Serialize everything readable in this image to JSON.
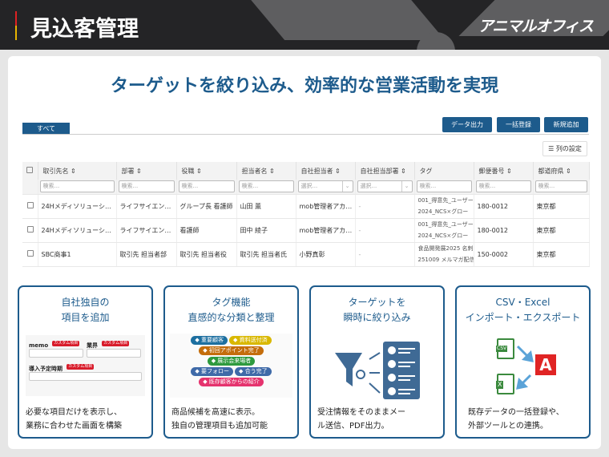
{
  "header": {
    "title": "見込客管理",
    "logo": "アニマルオフィス"
  },
  "main_title": "ターゲットを絞り込み、効率的な営業活動を実現",
  "tabs": [
    {
      "label": "すべて"
    }
  ],
  "toolbar": {
    "export": "データ出力",
    "bulk": "一括登録",
    "add": "新規追加",
    "columns": "列の設定"
  },
  "table": {
    "columns": [
      "取引先名 ⇕",
      "部署 ⇕",
      "役職 ⇕",
      "担当者名 ⇕",
      "自社担当者 ⇕",
      "自社担当部署 ⇕",
      "タグ",
      "郵便番号 ⇕",
      "都道府県 ⇕"
    ],
    "filters": [
      "検索...",
      "検索...",
      "検索...",
      "検索...",
      "選択...",
      "選択...",
      "検索...",
      "検索...",
      "検索..."
    ],
    "rows": [
      [
        "24Hメディソリューシ…",
        "ライフサイエン…",
        "グループ長 看護師",
        "山田 薫",
        "mob管理者アカ…",
        "-",
        "001_得意先_ユーザー",
        "2024_NCS×グロー",
        "180-0012",
        "東京都"
      ],
      [
        "24Hメディソリューシ…",
        "ライフサイエン…",
        "看護師",
        "田中 綾子",
        "mob管理者アカ…",
        "-",
        "001_得意先_ユーザー",
        "2024_NCS×グロー",
        "180-0012",
        "東京都"
      ],
      [
        "SBC商事1",
        "取引先 担当者部",
        "取引先 担当者役",
        "取引先 担当者氏",
        "小野真彰",
        "-",
        "食品開発展2025 名刺",
        "251009 メルマガ配信",
        "150-0002",
        "東京都"
      ]
    ]
  },
  "cards": [
    {
      "t1": "自社独自の",
      "t2": "項目を追加",
      "d1": "必要な項目だけを表示し、",
      "d2": "業務に合わせた画面を構築",
      "fields": {
        "memo": "memo",
        "gyokai": "業界",
        "date": "導入予定時期",
        "badge": "カスタム項目"
      }
    },
    {
      "t1": "タグ機能",
      "t2": "直感的な分類と整理",
      "d1": "商品候補を高速に表示。",
      "d2": "独自の管理項目も追加可能",
      "tags": [
        {
          "label": "重要顧客",
          "color": "#1d6fa0"
        },
        {
          "label": "資料送付済",
          "color": "#d9b800"
        },
        {
          "label": "初回アポイント完了",
          "color": "#c46d0c"
        },
        {
          "label": "展示会来場者",
          "color": "#2e9a3e"
        },
        {
          "label": "要フォロー",
          "color": "#3f6aa8"
        },
        {
          "label": "合う完了",
          "color": "#3f6aa8"
        },
        {
          "label": "既存顧客からの紹介",
          "color": "#e5336e"
        }
      ]
    },
    {
      "t1": "ターゲットを",
      "t2": "瞬時に絞り込み",
      "d1": "受注情報をそのままメー",
      "d2": "ル送信、PDF出力。"
    },
    {
      "t1": "CSV・Excel",
      "t2": "インポート・エクスポート",
      "d1": "既存データの一括登録や、",
      "d2": "外部ツールとの連携。",
      "csv": "CSV",
      "x": "X",
      "a": "A"
    }
  ]
}
